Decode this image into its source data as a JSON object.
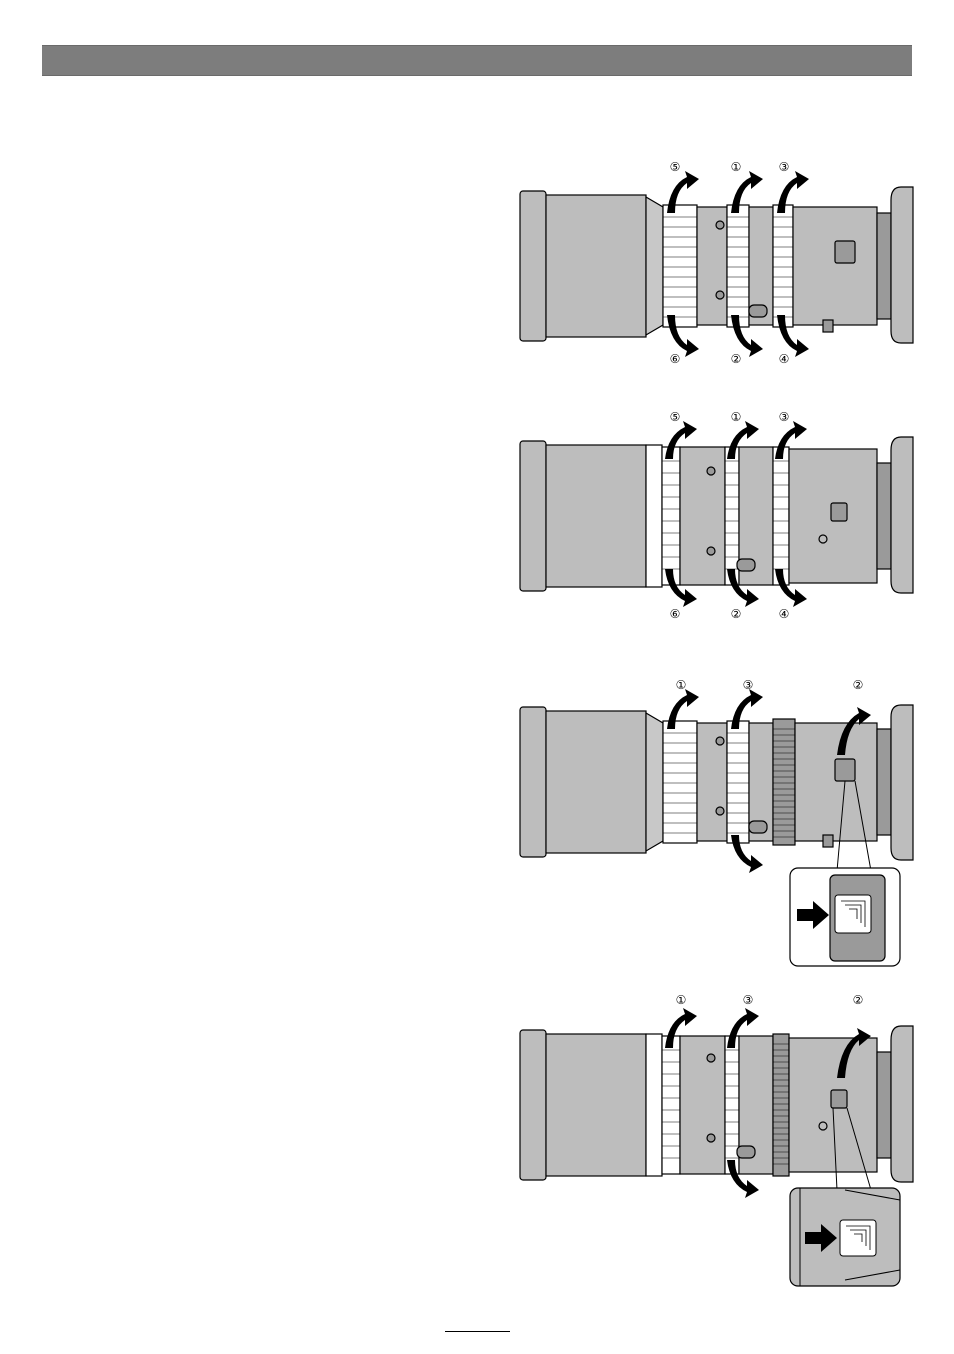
{
  "header": {
    "bar_color": "#7d7d7d"
  },
  "figures": [
    {
      "id": "fig1",
      "callouts_top": [
        "⑤",
        "①",
        "③"
      ],
      "callouts_bottom": [
        "⑥",
        "②",
        "④"
      ]
    },
    {
      "id": "fig2",
      "callouts_top": [
        "⑤",
        "①",
        "③"
      ],
      "callouts_bottom": [
        "⑥",
        "②",
        "④"
      ]
    },
    {
      "id": "fig3",
      "callouts_top": [
        "①",
        "③",
        "②"
      ]
    },
    {
      "id": "fig4",
      "callouts_top": [
        "①",
        "③",
        "②"
      ]
    }
  ],
  "colors": {
    "lens_body": "#bdbdbd",
    "lens_dark": "#9a9a9a",
    "ring_white": "#ffffff",
    "stroke": "#000000"
  }
}
